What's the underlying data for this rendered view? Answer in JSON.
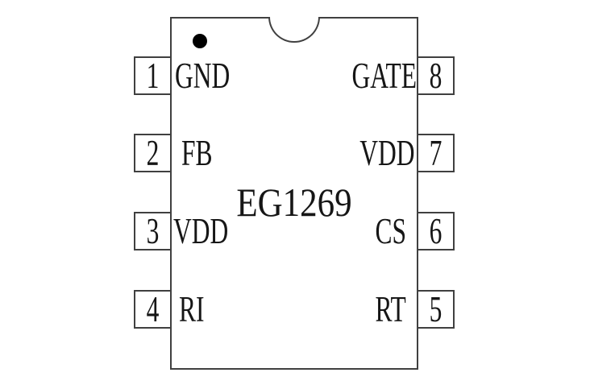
{
  "diagram": {
    "part_number": "EG1269"
  },
  "pins": {
    "left": [
      {
        "number": "1",
        "name": "GND"
      },
      {
        "number": "2",
        "name": "FB"
      },
      {
        "number": "3",
        "name": "VDD"
      },
      {
        "number": "4",
        "name": "RI"
      }
    ],
    "right": [
      {
        "number": "8",
        "name": "GATE"
      },
      {
        "number": "7",
        "name": "VDD"
      },
      {
        "number": "6",
        "name": "CS"
      },
      {
        "number": "5",
        "name": "RT"
      }
    ]
  },
  "colors": {
    "background": "#ffffff",
    "line": "#404040",
    "text": "#161616",
    "pin1_dot": "#000000"
  }
}
